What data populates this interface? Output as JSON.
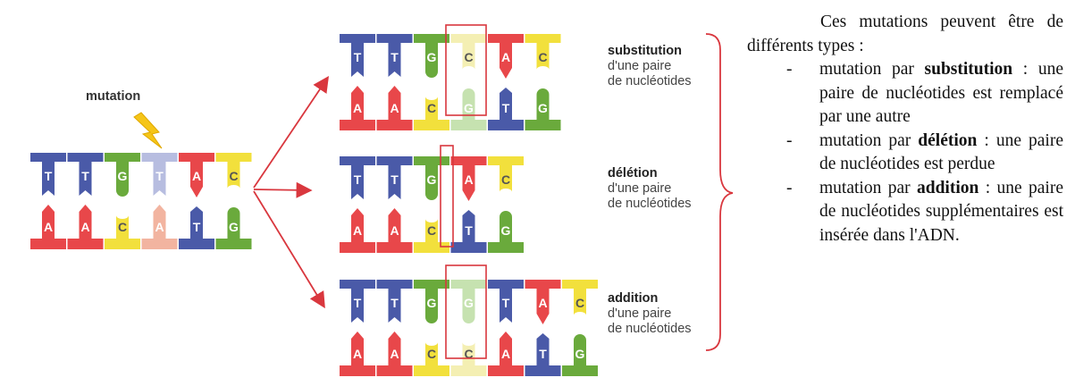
{
  "mutation_label": "mutation",
  "original_strand": {
    "top": [
      "T",
      "T",
      "G",
      "T",
      "A",
      "C"
    ],
    "bottom": [
      "A",
      "A",
      "C",
      "A",
      "T",
      "G"
    ]
  },
  "variants": [
    {
      "id": "substitution",
      "title": "substitution",
      "subtitle_1": "d'une paire",
      "subtitle_2": "de nucléotides",
      "top": [
        "T",
        "T",
        "G",
        "C",
        "A",
        "C"
      ],
      "bottom": [
        "A",
        "A",
        "C",
        "G",
        "T",
        "G"
      ]
    },
    {
      "id": "deletion",
      "title": "délétion",
      "subtitle_1": "d'une paire",
      "subtitle_2": "de nucléotides",
      "top": [
        "T",
        "T",
        "G",
        "A",
        "C"
      ],
      "bottom": [
        "A",
        "A",
        "C",
        "T",
        "G"
      ]
    },
    {
      "id": "addition",
      "title": "addition",
      "subtitle_1": "d'une paire",
      "subtitle_2": "de nucléotides",
      "top": [
        "T",
        "T",
        "G",
        "G",
        "T",
        "A",
        "C"
      ],
      "bottom": [
        "A",
        "A",
        "C",
        "C",
        "A",
        "T",
        "G"
      ]
    }
  ],
  "explanation": {
    "intro": "Ces mutations peuvent être de différents types :",
    "dash": "-",
    "items": [
      {
        "prefix": "mutation par ",
        "bold": "substitution",
        "suffix": " : une paire de nucléotides est remplacé par une autre"
      },
      {
        "prefix": "mutation par ",
        "bold": "délétion",
        "suffix": " : une paire de nucléotides est perdue"
      },
      {
        "prefix": "mutation par ",
        "bold": "addition",
        "suffix": " : une paire de nucléotides supplémentaires est insérée dans l'ADN."
      }
    ]
  },
  "colors": {
    "T": "#4a5aa8",
    "A": "#e8474a",
    "G": "#6aaa3c",
    "C": "#f2e03c",
    "T_mutated": "#b7bde0",
    "A_mutated": "#f2b4a0",
    "C_new": "#f4efb3",
    "G_new": "#c6e2b0",
    "highlight_box": "#d9373e",
    "arrow": "#d9373e",
    "bolt": "#f5c518",
    "brace": "#d9373e"
  }
}
